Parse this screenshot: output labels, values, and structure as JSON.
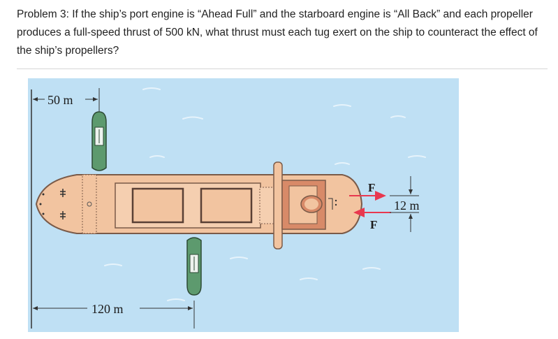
{
  "problem": {
    "text": "Problem 3: If the ship’s port engine is “Ahead Full” and the starboard engine is “All Back” and each propeller produces a full-speed thrust of 500 kN, what thrust must each tug exert on the ship to counteract the effect of the ship’s propellers?"
  },
  "figure": {
    "dimension_top": "50 m",
    "dimension_bottom": "120 m",
    "dimension_side": "12 m",
    "force_top": "F",
    "force_bottom": "F",
    "colors": {
      "water": "#bfe0f4",
      "hull": "#f2c4a0",
      "hull_outline": "#7a5a48",
      "deck_dark": "#d88a68",
      "tug": "#5d9a6e",
      "force_arrow": "#e8384f"
    },
    "icons": [
      "tug-boat-icon",
      "ship-hull-icon",
      "force-arrow-icon"
    ]
  }
}
